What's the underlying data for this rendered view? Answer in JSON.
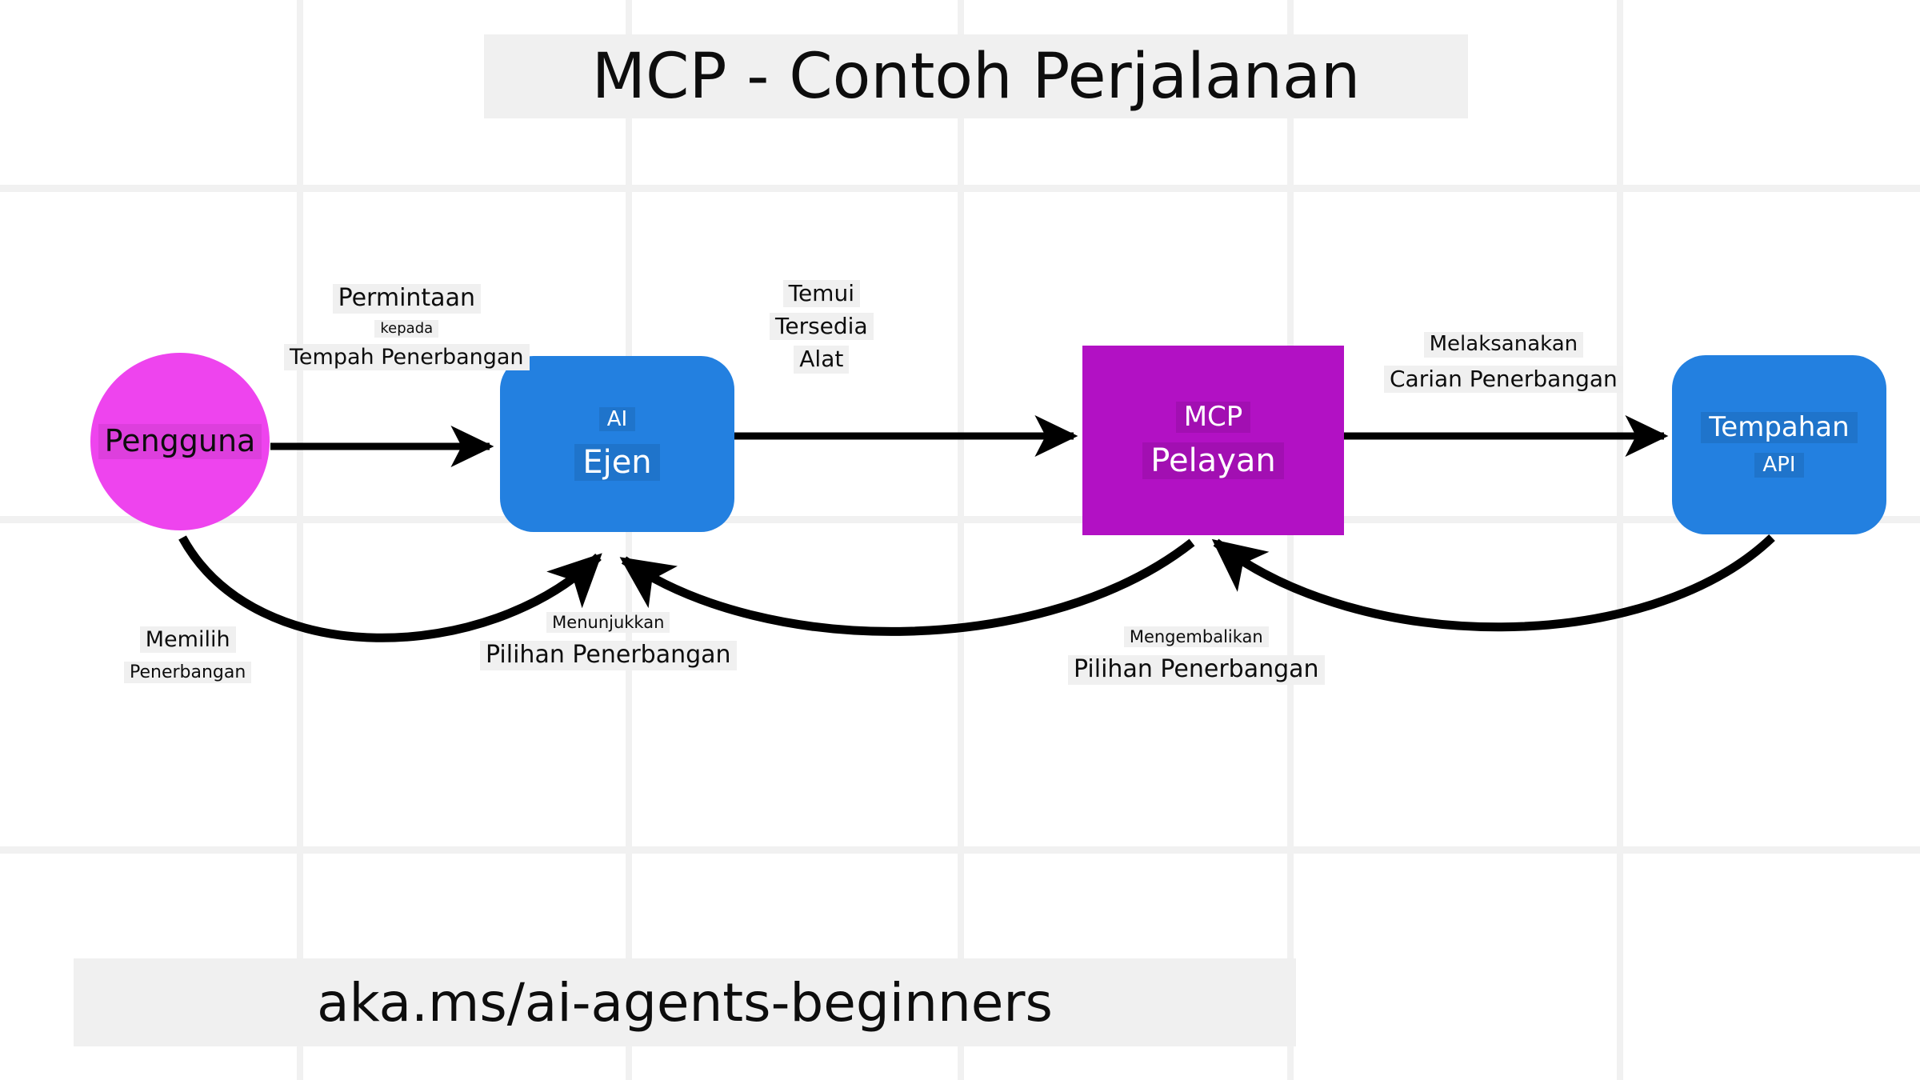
{
  "title": "MCP - Contoh Perjalanan",
  "footer": "aka.ms/ai-agents-beginners",
  "diagram": {
    "type": "flow",
    "nodes": [
      {
        "id": "user",
        "label": "Pengguna",
        "shape": "circle",
        "color": "#ee44ee"
      },
      {
        "id": "agent",
        "label_top": "AI",
        "label_bottom": "Ejen",
        "shape": "rounded-rect",
        "color": "#2380e0"
      },
      {
        "id": "mcp",
        "label_top": "MCP",
        "label_bottom": "Pelayan",
        "shape": "rect",
        "color": "#b211c4"
      },
      {
        "id": "api",
        "label_top": "Tempahan",
        "label_bottom": "API",
        "shape": "rounded-rect",
        "color": "#2380e0"
      }
    ],
    "edges": [
      {
        "from": "user",
        "to": "agent",
        "direction": "forward",
        "style": "straight",
        "lines": [
          "Permintaan",
          "kepada",
          "Tempah Penerbangan"
        ]
      },
      {
        "from": "agent",
        "to": "mcp",
        "direction": "forward",
        "style": "straight",
        "lines": [
          "Temui",
          "Tersedia",
          "Alat"
        ]
      },
      {
        "from": "mcp",
        "to": "api",
        "direction": "forward",
        "style": "straight",
        "lines": [
          "Melaksanakan",
          "Carian Penerbangan"
        ]
      },
      {
        "from": "user",
        "to": "agent",
        "direction": "return",
        "style": "curve",
        "lines": [
          "Memilih",
          "Penerbangan"
        ]
      },
      {
        "from": "mcp",
        "to": "agent",
        "direction": "return",
        "style": "curve",
        "lines": [
          "Menunjukkan",
          "Pilihan Penerbangan"
        ]
      },
      {
        "from": "api",
        "to": "mcp",
        "direction": "return",
        "style": "curve",
        "lines": [
          "Mengembalikan",
          "Pilihan Penerbangan"
        ]
      }
    ]
  },
  "colors": {
    "user": "#ee44ee",
    "agent": "#2380e0",
    "mcp": "#b211c4",
    "api": "#2380e0",
    "banner_bg": "#f0f0f0",
    "grid": "#f1f1f1",
    "arrow": "#000000"
  }
}
